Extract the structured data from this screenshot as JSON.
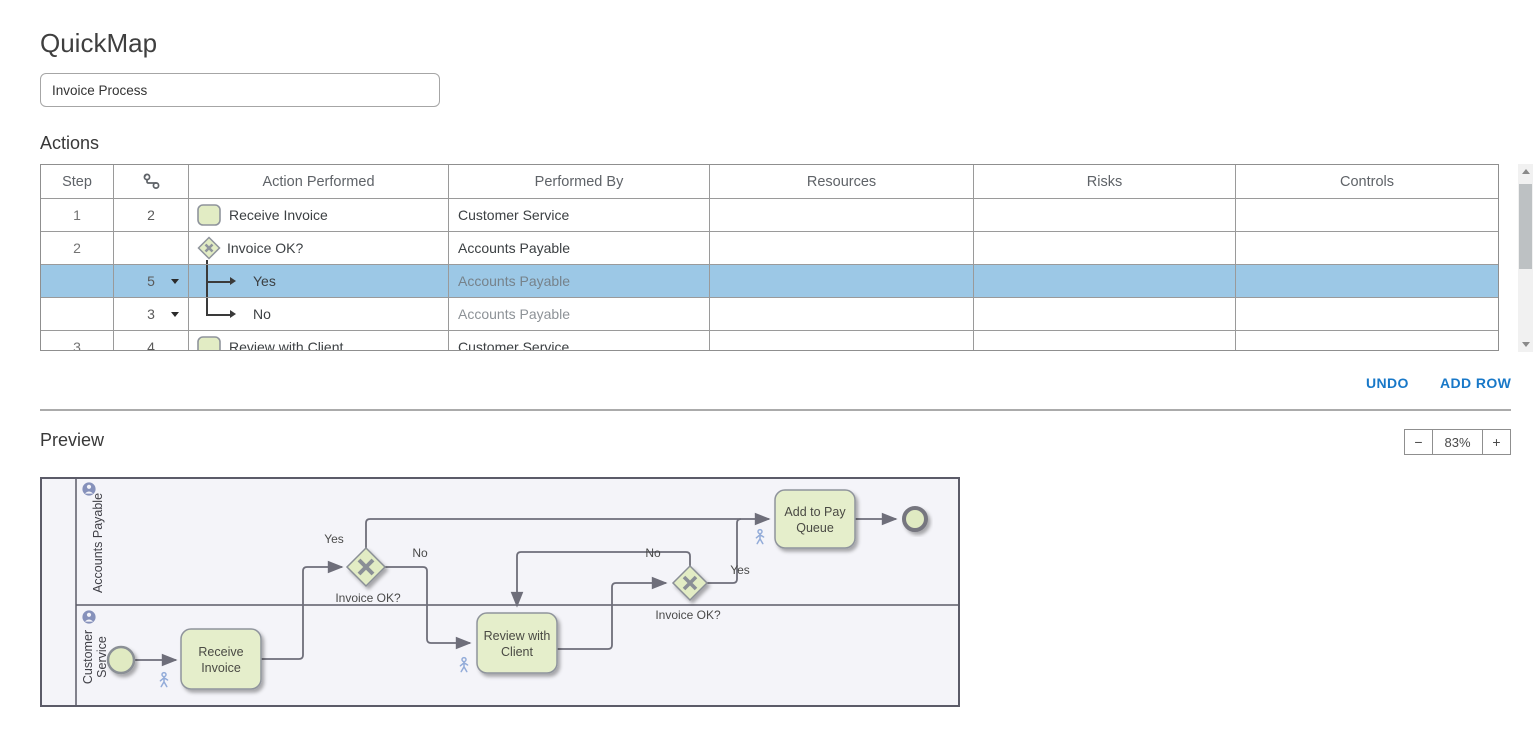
{
  "app": {
    "title": "QuickMap"
  },
  "process_name": {
    "value": "Invoice Process"
  },
  "actions": {
    "heading": "Actions",
    "headers": {
      "step": "Step",
      "branch_icon": "branch-hierarchy-icon",
      "action": "Action Performed",
      "performed_by": "Performed By",
      "resources": "Resources",
      "risks": "Risks",
      "controls": "Controls"
    },
    "rows": [
      {
        "step": "1",
        "branch": "2",
        "icon": "task",
        "action": "Receive Invoice",
        "performed_by": "Customer Service",
        "resources": "",
        "risks": "",
        "controls": ""
      },
      {
        "step": "2",
        "branch": "",
        "icon": "gateway",
        "action": "Invoice OK?",
        "performed_by": "Accounts Payable",
        "resources": "",
        "risks": "",
        "controls": ""
      },
      {
        "step": "",
        "branch": "5",
        "icon": "branch-mid",
        "action": "Yes",
        "performed_by": "Accounts Payable",
        "resources": "",
        "risks": "",
        "controls": ""
      },
      {
        "step": "",
        "branch": "3",
        "icon": "branch-end",
        "action": "No",
        "performed_by": "Accounts Payable",
        "resources": "",
        "risks": "",
        "controls": ""
      },
      {
        "step": "3",
        "branch": "4",
        "icon": "task",
        "action": "Review with Client",
        "performed_by": "Customer Service",
        "resources": "",
        "risks": "",
        "controls": ""
      }
    ],
    "selected_row_index": 2,
    "buttons": {
      "undo": "UNDO",
      "add_row": "ADD ROW"
    }
  },
  "preview": {
    "heading": "Preview",
    "zoom": {
      "minus": "−",
      "value": "83%",
      "plus": "+"
    }
  },
  "diagram": {
    "lanes": [
      {
        "label": "Accounts Payable",
        "lines": [
          "Accounts Payable"
        ]
      },
      {
        "label": "Customer Service",
        "lines": [
          "Customer",
          "Service"
        ]
      }
    ],
    "tasks": [
      {
        "label": "Receive Invoice",
        "lines": [
          "Receive",
          "Invoice"
        ]
      },
      {
        "label": "Review with Client",
        "lines": [
          "Review with",
          "Client"
        ]
      },
      {
        "label": "Add to Pay Queue",
        "lines": [
          "Add to Pay",
          "Queue"
        ]
      }
    ],
    "gateways": [
      {
        "label": "Invoice OK?"
      },
      {
        "label": "Invoice OK?"
      }
    ],
    "edge_labels": {
      "gw1_yes": "Yes",
      "gw1_no": "No",
      "gw2_no": "No",
      "gw2_yes": "Yes"
    }
  },
  "icons": {
    "branch_header": "two nodes joined by elbow line",
    "task": "green rounded square",
    "gateway": "green diamond with X",
    "caret": "▼",
    "scroll_up": "▲",
    "scroll_down": "▼",
    "user_task_marker": "blue stick person",
    "lane_role": "blue circle person"
  },
  "colors": {
    "selected_row": "#9cc8e6",
    "accent_blue": "#1878c8",
    "shape_fill": "#e2ecc4",
    "shape_border": "#8f949c",
    "flow_line": "#6e6e7a",
    "lane_bg": "#f4f4f9",
    "pool_border": "#5b5b68",
    "person_blue": "#93acd9"
  }
}
